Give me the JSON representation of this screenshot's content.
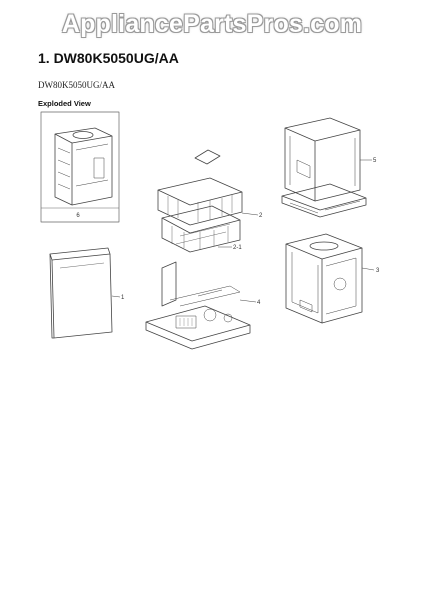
{
  "watermark": "AppliancePartsPros.com",
  "heading": {
    "title": "1.  DW80K5050UG/AA",
    "model": "DW80K5050UG/AA",
    "section": "Exploded View"
  },
  "parts": {
    "door_assembly": "1",
    "rack_assembly": "2",
    "rack_sub_assembly": "2-1",
    "tub_assembly": "3",
    "base_assembly": "4",
    "cabinet_panel": "5",
    "complete_unit": "6"
  }
}
